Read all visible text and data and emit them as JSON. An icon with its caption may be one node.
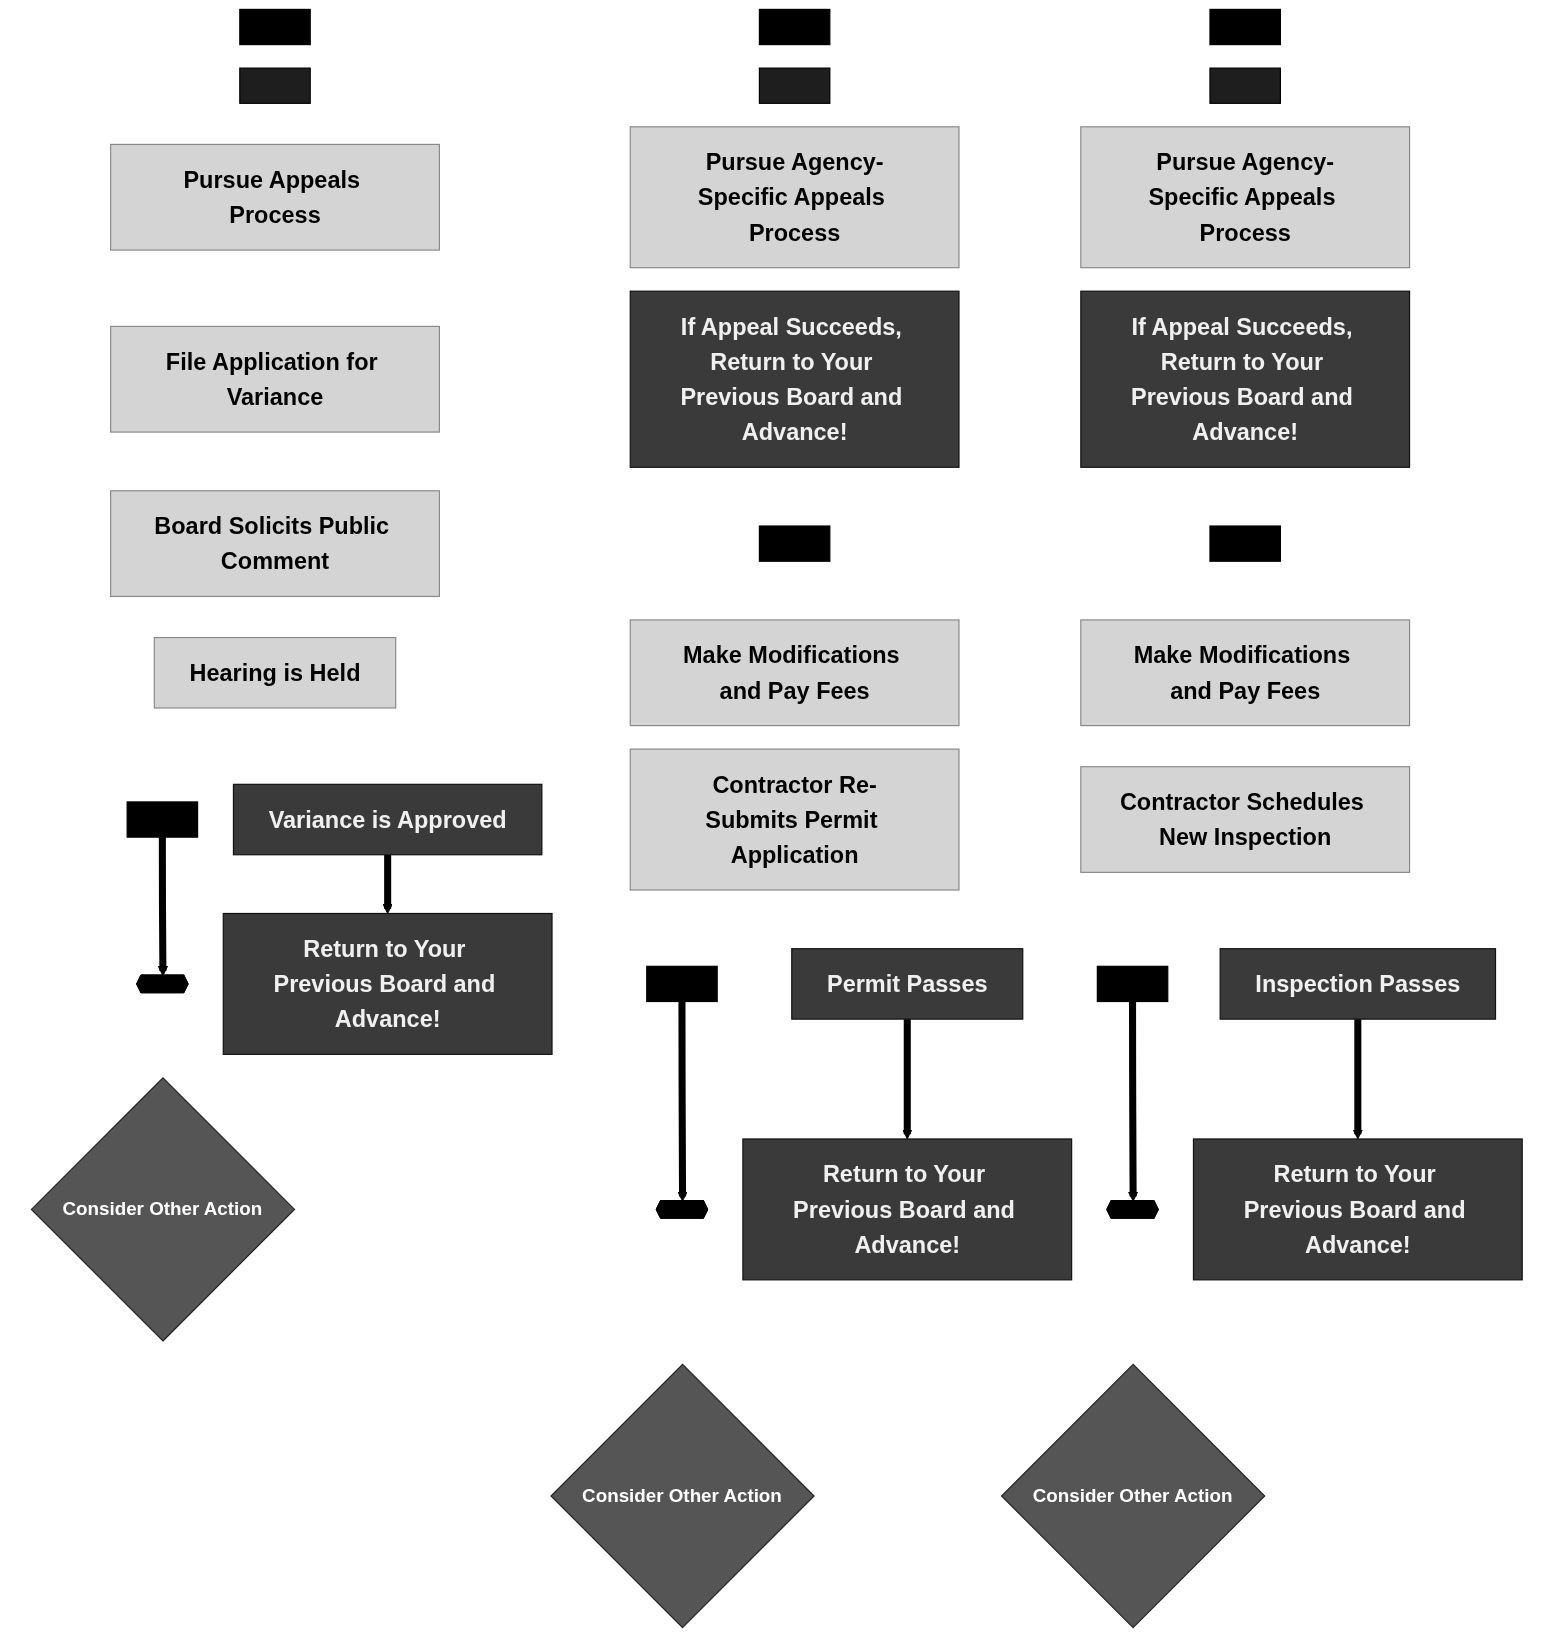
{
  "diagram": {
    "nodes": [
      {
        "text": [],
        "shape": "box"
      },
      {
        "text": [],
        "shape": "box"
      },
      {
        "text": [
          "Pursue Appeals Process"
        ]
      },
      {
        "text": [
          "File Application for Variance"
        ]
      },
      {
        "text": [
          "Board Solicits Public Comment"
        ]
      },
      {
        "text": [
          "Hearing is Held"
        ]
      },
      {
        "text": [],
        "shape": "box"
      },
      {
        "text": [
          "Variance is Approved"
        ]
      },
      {
        "text": [],
        "shape": "hexagon"
      },
      {
        "text": [
          "Return to Your Previous Board and Advance!"
        ]
      },
      {
        "text": [
          "Consider Other Action"
        ]
      },
      {
        "text": [],
        "shape": "box"
      },
      {
        "text": [],
        "shape": "box"
      },
      {
        "text": [
          "Pursue Agency-Specific Appeals Process"
        ]
      },
      {
        "text": [
          "If Appeal Succeeds, Return to Your Previous Board and Advance!"
        ]
      },
      {
        "text": [],
        "shape": "box"
      },
      {
        "text": [
          "Make Modifications and Pay Fees"
        ]
      },
      {
        "text": [
          "Contractor Re-Submits Permit Application"
        ]
      },
      {
        "text": [],
        "shape": "box"
      },
      {
        "text": [
          "Permit Passes"
        ]
      },
      {
        "text": [],
        "shape": "hexagon"
      },
      {
        "text": [
          "Return to Your Previous Board and Advance!"
        ]
      },
      {
        "text": [
          "Consider Other Action"
        ]
      },
      {
        "text": [],
        "shape": "box"
      },
      {
        "text": [],
        "shape": "box"
      },
      {
        "text": [
          "Pursue Agency-Specific Appeals Process"
        ]
      },
      {
        "text": [
          "If Appeal Succeeds, Return to Your Previous Board and Advance!"
        ]
      },
      {
        "text": [],
        "shape": "box"
      },
      {
        "text": [
          "Make Modifications and Pay Fees"
        ]
      },
      {
        "text": [
          "Contractor Schedules New Inspection"
        ]
      },
      {
        "text": [],
        "shape": "box"
      },
      {
        "text": [
          "Inspection Passes"
        ]
      },
      {
        "text": [],
        "shape": "hexagon"
      },
      {
        "text": [
          "Return to Your Previous Board and Advance!"
        ]
      },
      {
        "text": [
          "Consider Other Action"
        ]
      }
    ],
    "edges": [
      {
        "from": 6,
        "to": 8,
        "arrow": "to"
      },
      {
        "from": 7,
        "to": 9,
        "arrow": "to"
      },
      {
        "from": 18,
        "to": 20,
        "arrow": "to"
      },
      {
        "from": 19,
        "to": 21,
        "arrow": "to"
      },
      {
        "from": 30,
        "to": 32,
        "arrow": "to"
      },
      {
        "from": 31,
        "to": 33,
        "arrow": "to"
      }
    ]
  }
}
